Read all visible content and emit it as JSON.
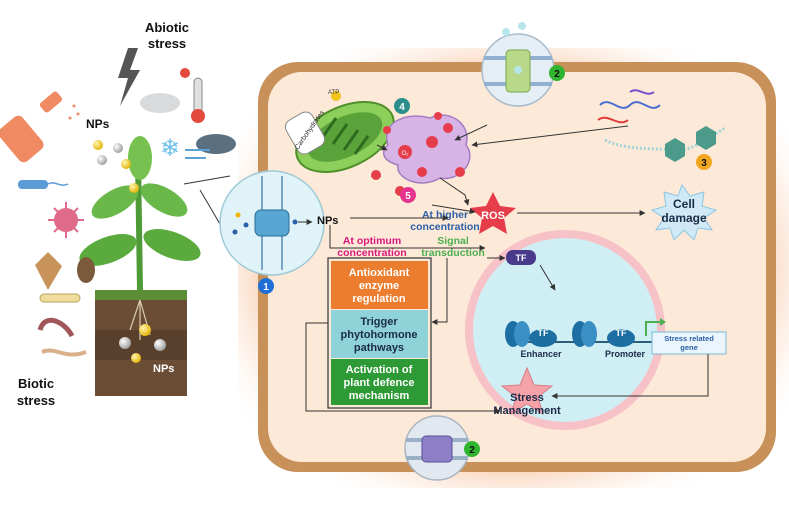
{
  "labels": {
    "abiotic_stress": [
      "Abiotic",
      "stress"
    ],
    "biotic_stress": [
      "Biotic",
      "stress"
    ],
    "nps_spray": "NPs",
    "nps_soil": "NPs",
    "nps_membrane": "NPs",
    "carbohydrates": "Carbohydrates",
    "atp": "ATP",
    "ros": "ROS",
    "cell_damage": [
      "Cell",
      "damage"
    ],
    "higher_conc": [
      "At higher",
      "concentration"
    ],
    "optimum_conc": [
      "At optimum",
      "concentration"
    ],
    "signal_transduction": [
      "Signal",
      "transduction"
    ],
    "tf": "TF",
    "enhancer": "Enhancer",
    "promoter": "Promoter",
    "stress_gene": [
      "Stress related",
      "gene"
    ],
    "stress_management": [
      "Stress",
      "Management"
    ],
    "o2_symbol": "O₂"
  },
  "boxes": [
    {
      "lines": [
        "Antioxidant",
        "enzyme",
        "regulation"
      ]
    },
    {
      "lines": [
        "Trigger",
        "phytohormone",
        "pathways"
      ]
    },
    {
      "lines": [
        "Activation of",
        "plant defence",
        "mechanism"
      ]
    }
  ],
  "badges": [
    "1",
    "2",
    "3",
    "4",
    "5",
    "2"
  ],
  "colors": {
    "cell_wall": "#c9915a",
    "cytoplasm": "#fde9d7",
    "nucleus": "#cfeff4",
    "box_orange": "#ec7d2e",
    "box_teal": "#8fd3d9",
    "box_green": "#2e9a36",
    "ros_red": "#e63d4b",
    "higher_blue": "#2a5ea8",
    "optimum_pink": "#d6197d",
    "signal_green": "#4caf50"
  }
}
